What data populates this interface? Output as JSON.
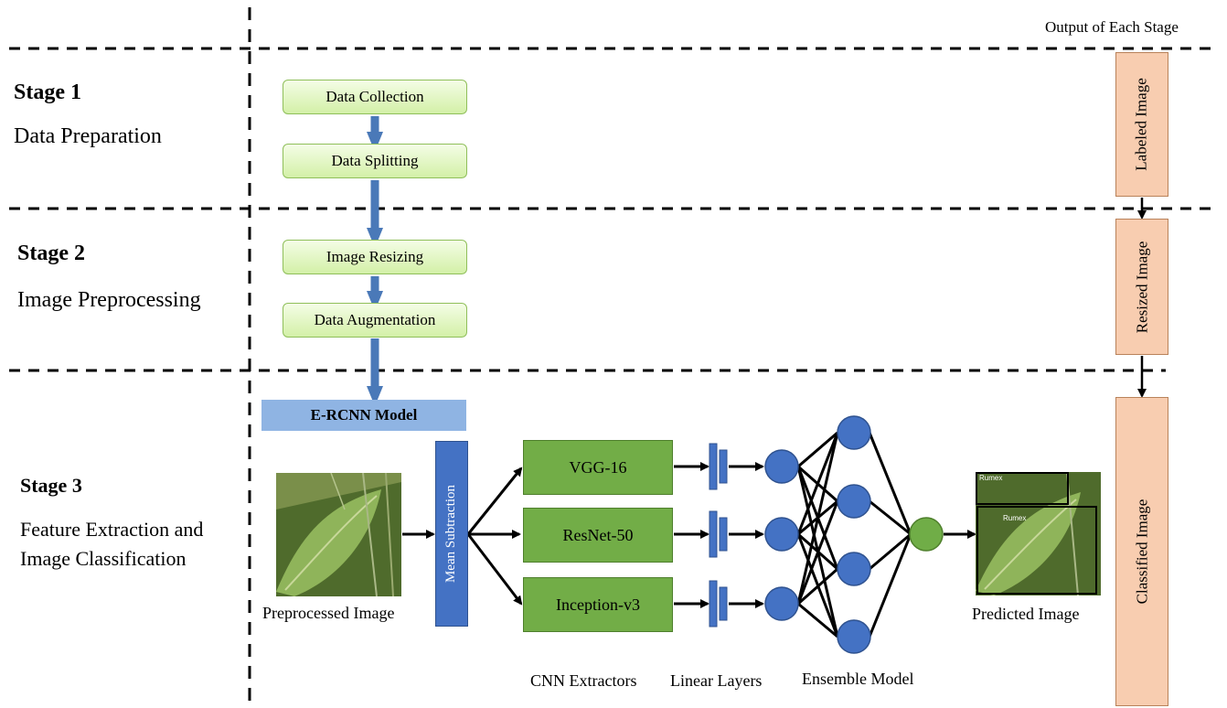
{
  "header": {
    "output_label": "Output of Each Stage"
  },
  "stages": [
    {
      "title": "Stage 1",
      "subtitle": "Data Preparation"
    },
    {
      "title": "Stage 2",
      "subtitle": "Image Preprocessing"
    },
    {
      "title": "Stage 3",
      "subtitle_line1": "Feature Extraction and",
      "subtitle_line2": "Image Classification"
    }
  ],
  "flow_steps": [
    "Data Collection",
    "Data Splitting",
    "Image Resizing",
    "Data Augmentation"
  ],
  "outputs": [
    "Labeled Image",
    "Resized Image",
    "Classified Image"
  ],
  "model": {
    "title": "E-RCNN Model",
    "mean_subtraction": "Mean Subtraction",
    "extractors": [
      "VGG-16",
      "ResNet-50",
      "Inception-v3"
    ],
    "input_caption": "Preprocessed Image",
    "output_caption": "Predicted Image",
    "bbox_labels": [
      "Rumex",
      "Rumex"
    ],
    "column_labels": [
      "CNN Extractors",
      "Linear Layers",
      "Ensemble Model"
    ]
  },
  "colors": {
    "arrow_blue": "#4a79b8",
    "node_blue": "#4472c4",
    "node_green": "#70ad47",
    "cnn_green": "#72ad47",
    "output_box": "#f8cdb0",
    "model_label": "#8fb4e3"
  }
}
